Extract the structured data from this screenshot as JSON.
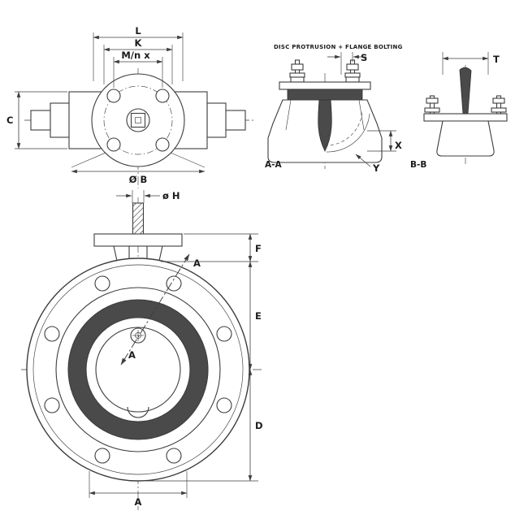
{
  "labels": {
    "side": {
      "l": "L",
      "k": "K",
      "mn": "M/n x",
      "c": "C",
      "b": "Ø B"
    },
    "aa": {
      "title": "DISC PROTRUSION + FLANGE BOLTING",
      "name": "A-A",
      "s": "S",
      "x": "X",
      "y": "Y"
    },
    "bb": {
      "name": "B-B",
      "t": "T"
    },
    "front": {
      "h": "ø H",
      "f": "F",
      "e": "E",
      "d": "D",
      "a": "A",
      "cut": "A"
    }
  },
  "colors": {
    "line": "#3d3d3d",
    "dark_fill": "#4a4a4a",
    "background": "#ffffff"
  }
}
